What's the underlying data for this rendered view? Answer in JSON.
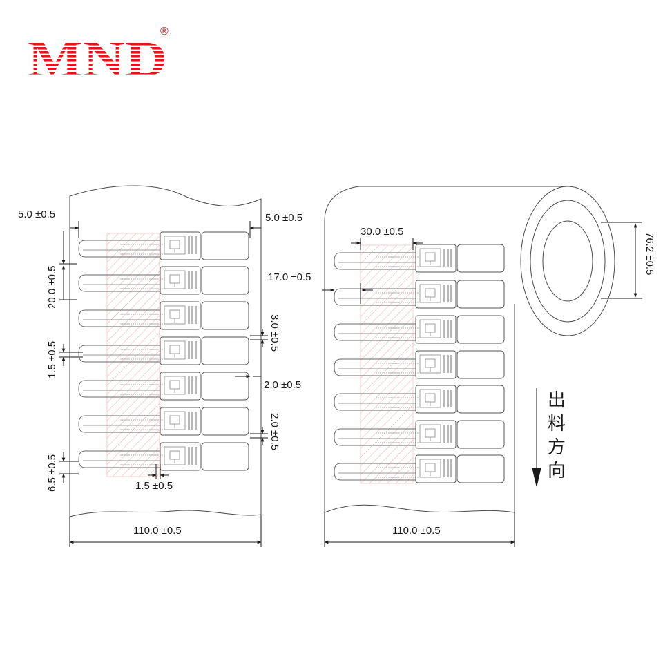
{
  "brand": {
    "logo_text": "MND",
    "registered_mark": "®",
    "color": "#e0161c"
  },
  "left_diagram": {
    "margin_left": "5.0 ±0.5",
    "margin_right": "5.0 ±0.5",
    "label_pitch": "20.0 ±0.5",
    "label_gap": "1.5 ±0.5",
    "inlay_height": "3.0 ±0.5",
    "edge_offset": "2.0 ±0.5",
    "strip_height": "2.0 ±0.5",
    "bottom_margin": "6.5 ±0.5",
    "inner_offset": "1.5 ±0.5",
    "width": "110.0 ±0.5"
  },
  "right_diagram": {
    "inlay_width": "30.0 ±0.5",
    "start_offset": "17.0 ±0.5",
    "core_diameter": "76.2 ±0.5",
    "width": "110.0 ±0.5",
    "feed_direction": [
      "出",
      "料",
      "方",
      "向"
    ]
  },
  "colors": {
    "line": "#4a4a4a",
    "hatch": "#f0a0a0",
    "dim": "#1a1a1a"
  }
}
